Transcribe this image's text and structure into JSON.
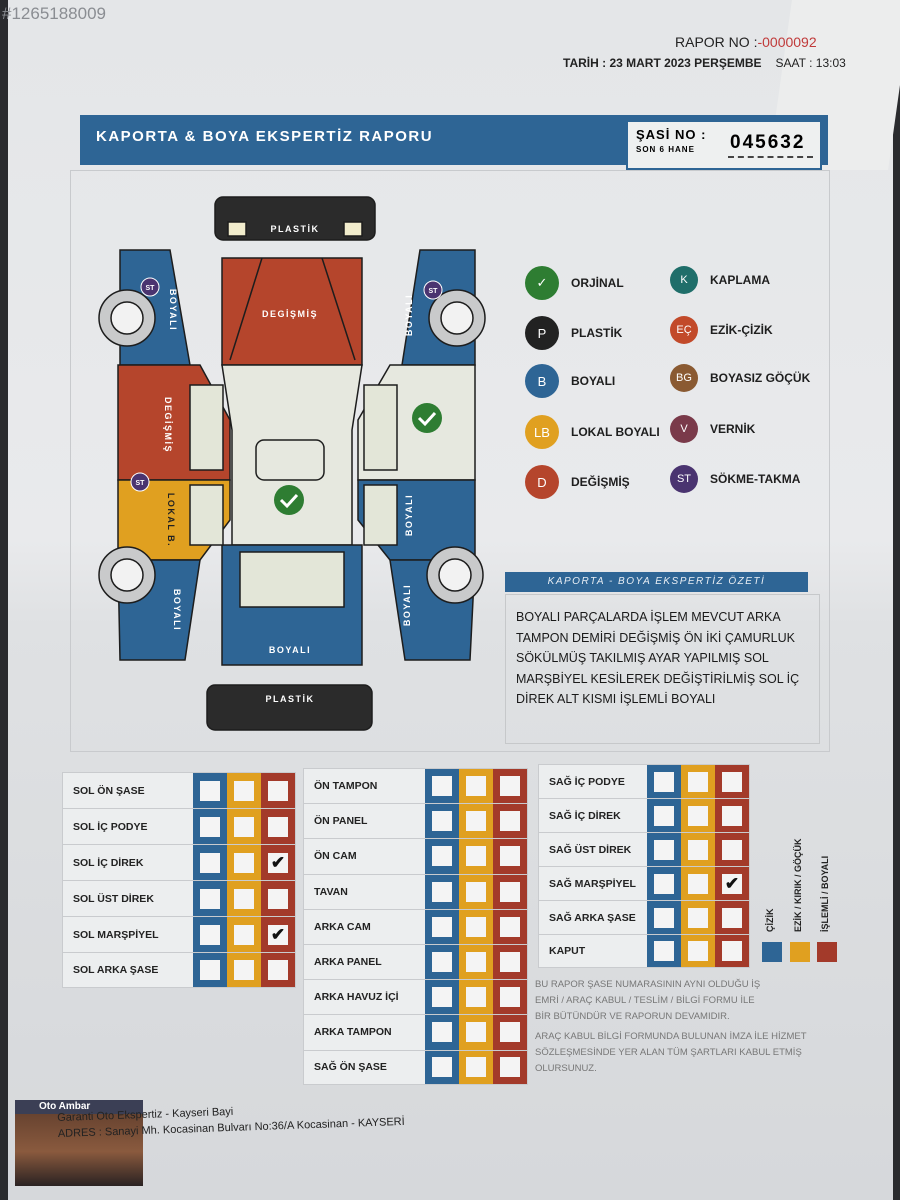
{
  "watermark_id": "#1265188009",
  "header": {
    "rapor_label": "RAPOR NO :",
    "rapor_no": "-0000092",
    "tarih_label": "TARİH :",
    "tarih": "23 MART 2023 PERŞEMBE",
    "saat_label": "SAAT :",
    "saat": "13:03"
  },
  "banner": {
    "title": "KAPORTA & BOYA EKSPERTİZ RAPORU",
    "sasi_label": "ŞASİ NO :",
    "sasi_sub": "SON 6 HANE",
    "sasi_no": "045632"
  },
  "diagram": {
    "plastik_top": "PLASTİK",
    "plastik_bottom": "PLASTİK",
    "hood": "DEGİŞMİŞ",
    "rear": "BOYALI",
    "left_front": "BOYALI",
    "left_front_door": "DEGİŞMİŞ",
    "left_rear_door": "LOKAL B.",
    "left_rear": "BOYALI",
    "right_front": "BOYALI",
    "right_rear_door": "BOYALI",
    "right_rear": "BOYALI",
    "st": "ST"
  },
  "colors": {
    "orjinal": "#2e7d32",
    "plastik": "#222222",
    "boyali": "#2e6595",
    "lokal": "#e0a020",
    "degismis": "#b5452c",
    "kaplama": "#1f6e6a",
    "ezik": "#c24a2a",
    "boyasiz": "#8a5a32",
    "vernik": "#7a3a4a",
    "sokme": "#4a3470"
  },
  "legend": [
    {
      "code": "✓",
      "label": "ORJİNAL",
      "color": "#2e7d32"
    },
    {
      "code": "K",
      "label": "KAPLAMA",
      "color": "#1f6e6a"
    },
    {
      "code": "P",
      "label": "PLASTİK",
      "color": "#222222"
    },
    {
      "code": "EÇ",
      "label": "EZİK-ÇİZİK",
      "color": "#c24a2a"
    },
    {
      "code": "B",
      "label": "BOYALI",
      "color": "#2e6595"
    },
    {
      "code": "BG",
      "label": "BOYASIZ GÖÇÜK",
      "color": "#8a5a32"
    },
    {
      "code": "LB",
      "label": "LOKAL BOYALI",
      "color": "#e0a020"
    },
    {
      "code": "V",
      "label": "VERNİK",
      "color": "#7a3a4a"
    },
    {
      "code": "D",
      "label": "DEĞİŞMİŞ",
      "color": "#b5452c"
    },
    {
      "code": "ST",
      "label": "SÖKME-TAKMA",
      "color": "#4a3470"
    }
  ],
  "summary": {
    "title": "KAPORTA - BOYA EKSPERTİZ ÖZETİ",
    "text": "BOYALI PARÇALARDA İŞLEM MEVCUT ARKA TAMPON DEMİRİ DEĞİŞMİŞ ÖN İKİ ÇAMURLUK SÖKÜLMÜŞ TAKILMIŞ AYAR YAPILMIŞ SOL MARŞBİYEL KESİLEREK DEĞİŞTİRİLMİŞ SOL İÇ DİREK ALT KISMI İŞLEMLİ BOYALI"
  },
  "tables": {
    "left": [
      {
        "label": "SOL ÖN ŞASE",
        "checks": [
          false,
          false,
          false
        ]
      },
      {
        "label": "SOL İÇ PODYE",
        "checks": [
          false,
          false,
          false
        ]
      },
      {
        "label": "SOL İÇ DİREK",
        "checks": [
          false,
          false,
          true
        ]
      },
      {
        "label": "SOL ÜST DİREK",
        "checks": [
          false,
          false,
          false
        ]
      },
      {
        "label": "SOL MARŞPİYEL",
        "checks": [
          false,
          false,
          true
        ]
      },
      {
        "label": "SOL ARKA ŞASE",
        "checks": [
          false,
          false,
          false
        ]
      }
    ],
    "middle": [
      {
        "label": "ÖN TAMPON",
        "checks": [
          false,
          false,
          false
        ]
      },
      {
        "label": "ÖN PANEL",
        "checks": [
          false,
          false,
          false
        ]
      },
      {
        "label": "ÖN CAM",
        "checks": [
          false,
          false,
          false
        ]
      },
      {
        "label": "TAVAN",
        "checks": [
          false,
          false,
          false
        ]
      },
      {
        "label": "ARKA CAM",
        "checks": [
          false,
          false,
          false
        ]
      },
      {
        "label": "ARKA PANEL",
        "checks": [
          false,
          false,
          false
        ]
      },
      {
        "label": "ARKA HAVUZ İÇİ",
        "checks": [
          false,
          false,
          false
        ]
      },
      {
        "label": "ARKA TAMPON",
        "checks": [
          false,
          false,
          false
        ]
      },
      {
        "label": "SAĞ ÖN ŞASE",
        "checks": [
          false,
          false,
          false
        ]
      }
    ],
    "right": [
      {
        "label": "SAĞ İÇ PODYE",
        "checks": [
          false,
          false,
          false
        ]
      },
      {
        "label": "SAĞ İÇ DİREK",
        "checks": [
          false,
          false,
          false
        ]
      },
      {
        "label": "SAĞ ÜST DİREK",
        "checks": [
          false,
          false,
          false
        ]
      },
      {
        "label": "SAĞ MARŞPİYEL",
        "checks": [
          false,
          false,
          true
        ]
      },
      {
        "label": "SAĞ ARKA ŞASE",
        "checks": [
          false,
          false,
          false
        ]
      },
      {
        "label": "KAPUT",
        "checks": [
          false,
          false,
          false
        ]
      }
    ]
  },
  "column_legend": {
    "cizik": "ÇİZİK",
    "ezik": "EZİK / KIRIK / GÖÇÜK",
    "islemli": "İŞLEMLİ / BOYALI"
  },
  "notes": {
    "n1": "BU RAPOR ŞASE NUMARASININ AYNI OLDUĞU İŞ EMRİ / ARAÇ KABUL / TESLİM / BİLGİ FORMU İLE BİR BÜTÜNDÜR VE RAPORUN DEVAMIDIR.",
    "n2": "ARAÇ KABUL BİLGİ FORMUNDA BULUNAN İMZA İLE HİZMET SÖZLEŞMESİNDE YER ALAN TÜM ŞARTLARI KABUL ETMİŞ OLURSUNUZ."
  },
  "footer": {
    "logo": "Oto Ambar",
    "company": "Garanti Oto Ekspertiz - Kayseri Bayi",
    "address": "ADRES : Sanayi Mh. Kocasinan Bulvarı No:36/A Kocasinan - KAYSERİ"
  }
}
